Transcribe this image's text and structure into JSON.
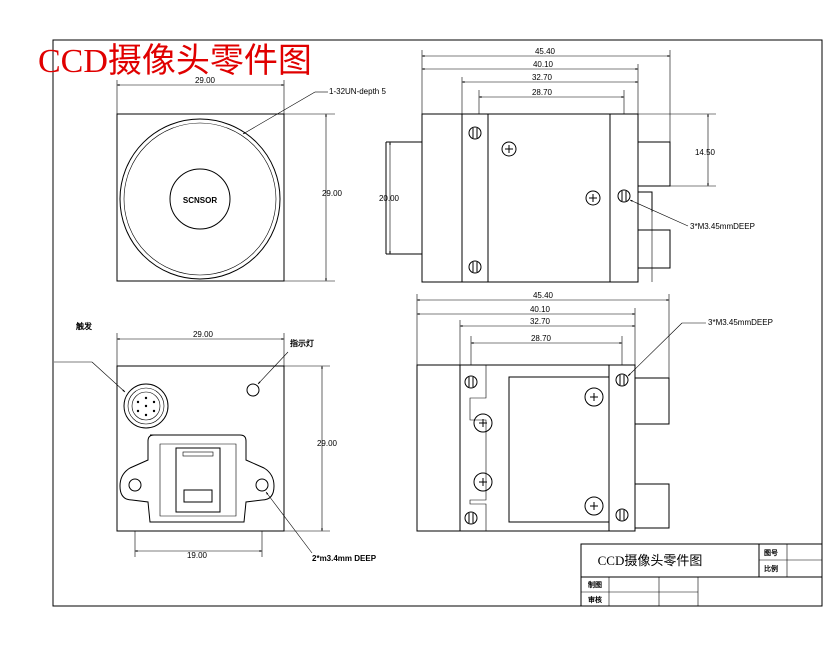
{
  "title": "CCD摄像头零件图",
  "front_view": {
    "width_dim": "29.00",
    "height_dim": "29.00",
    "thread_note": "1-32UN-depth 5",
    "sensor_label": "SCNSOR"
  },
  "side_view_top": {
    "dims": [
      "45.40",
      "40.10",
      "32.70",
      "28.70"
    ],
    "right_dim": "14.50",
    "left_dim": "20.00",
    "hole_note": "3*M3.45mmDEEP"
  },
  "back_view": {
    "trigger_label": "触发",
    "indicator_label": "指示灯",
    "width_dim": "29.00",
    "height_dim": "29.00",
    "bottom_dim": "19.00",
    "hole_note": "2*m3.4mm DEEP"
  },
  "side_view_bottom": {
    "dims": [
      "45.40",
      "40.10",
      "32.70",
      "28.70"
    ],
    "hole_note": "3*M3.45mmDEEP"
  },
  "title_block": {
    "name": "CCD摄像头零件图",
    "label_drawing_no": "图号",
    "label_scale": "比例",
    "label_drawn": "制图",
    "label_checked": "审核"
  }
}
